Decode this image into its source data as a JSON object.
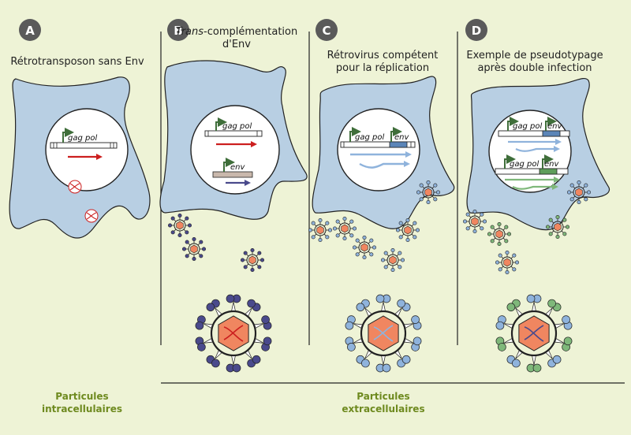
{
  "panels": [
    {
      "letter": "A",
      "title_lines": [
        "Rétrotransposon sans Env"
      ]
    },
    {
      "letter": "B",
      "title_italic": "Trans",
      "title_lines": [
        "-complémentation",
        "d'Env"
      ]
    },
    {
      "letter": "C",
      "title_lines": [
        "Rétrovirus compétent",
        "pour la réplication"
      ]
    },
    {
      "letter": "D",
      "title_lines": [
        "Exemple de pseudotypage",
        "après double infection"
      ]
    }
  ],
  "genes": {
    "gag_pol": "gag pol",
    "env": "env"
  },
  "footer": {
    "intracellular": [
      "Particules",
      "intracellulaires"
    ],
    "extracellular": [
      "Particules",
      "extracellulaires"
    ]
  },
  "colors": {
    "background": "#eef3d6",
    "cell": "#b8cfe3",
    "nucleus": "#ffffff",
    "capsid": "#f08660",
    "rna_red": "#cc1f1f",
    "env_dark_purple": "#4a4a8c",
    "env_light_blue": "#8fb3dc",
    "env_green": "#7fb87a",
    "promoter_green": "#3f6e3a",
    "footer_text": "#6e8a1f"
  }
}
